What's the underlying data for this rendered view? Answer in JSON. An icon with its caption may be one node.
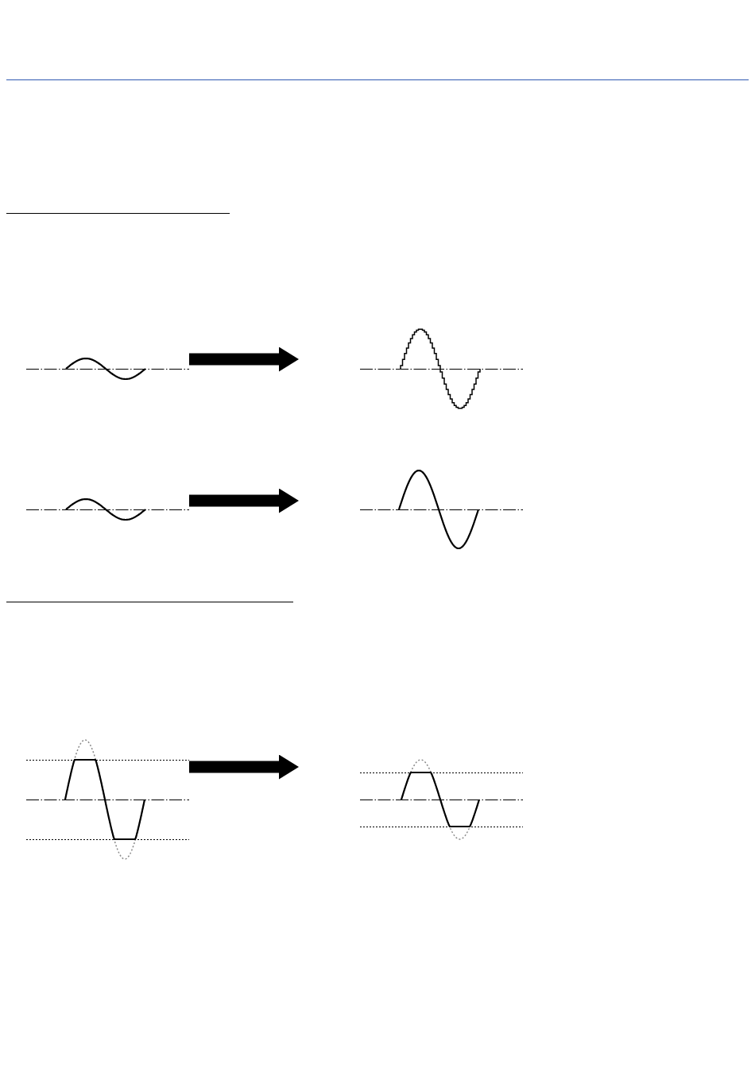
{
  "diagram": {
    "nodes": [
      {
        "text": [],
        "shape": "picture"
      },
      {
        "text": [],
        "shape": "picture"
      },
      {
        "text": [],
        "shape": "picture"
      },
      {
        "text": [],
        "shape": "picture"
      },
      {
        "text": [],
        "shape": "picture"
      },
      {
        "text": [],
        "shape": "picture"
      }
    ],
    "edges": [
      {
        "from": 0,
        "to": 1,
        "arrow": "to"
      },
      {
        "from": 2,
        "to": 3,
        "arrow": "to"
      },
      {
        "from": 4,
        "to": 5,
        "arrow": "to"
      }
    ]
  }
}
